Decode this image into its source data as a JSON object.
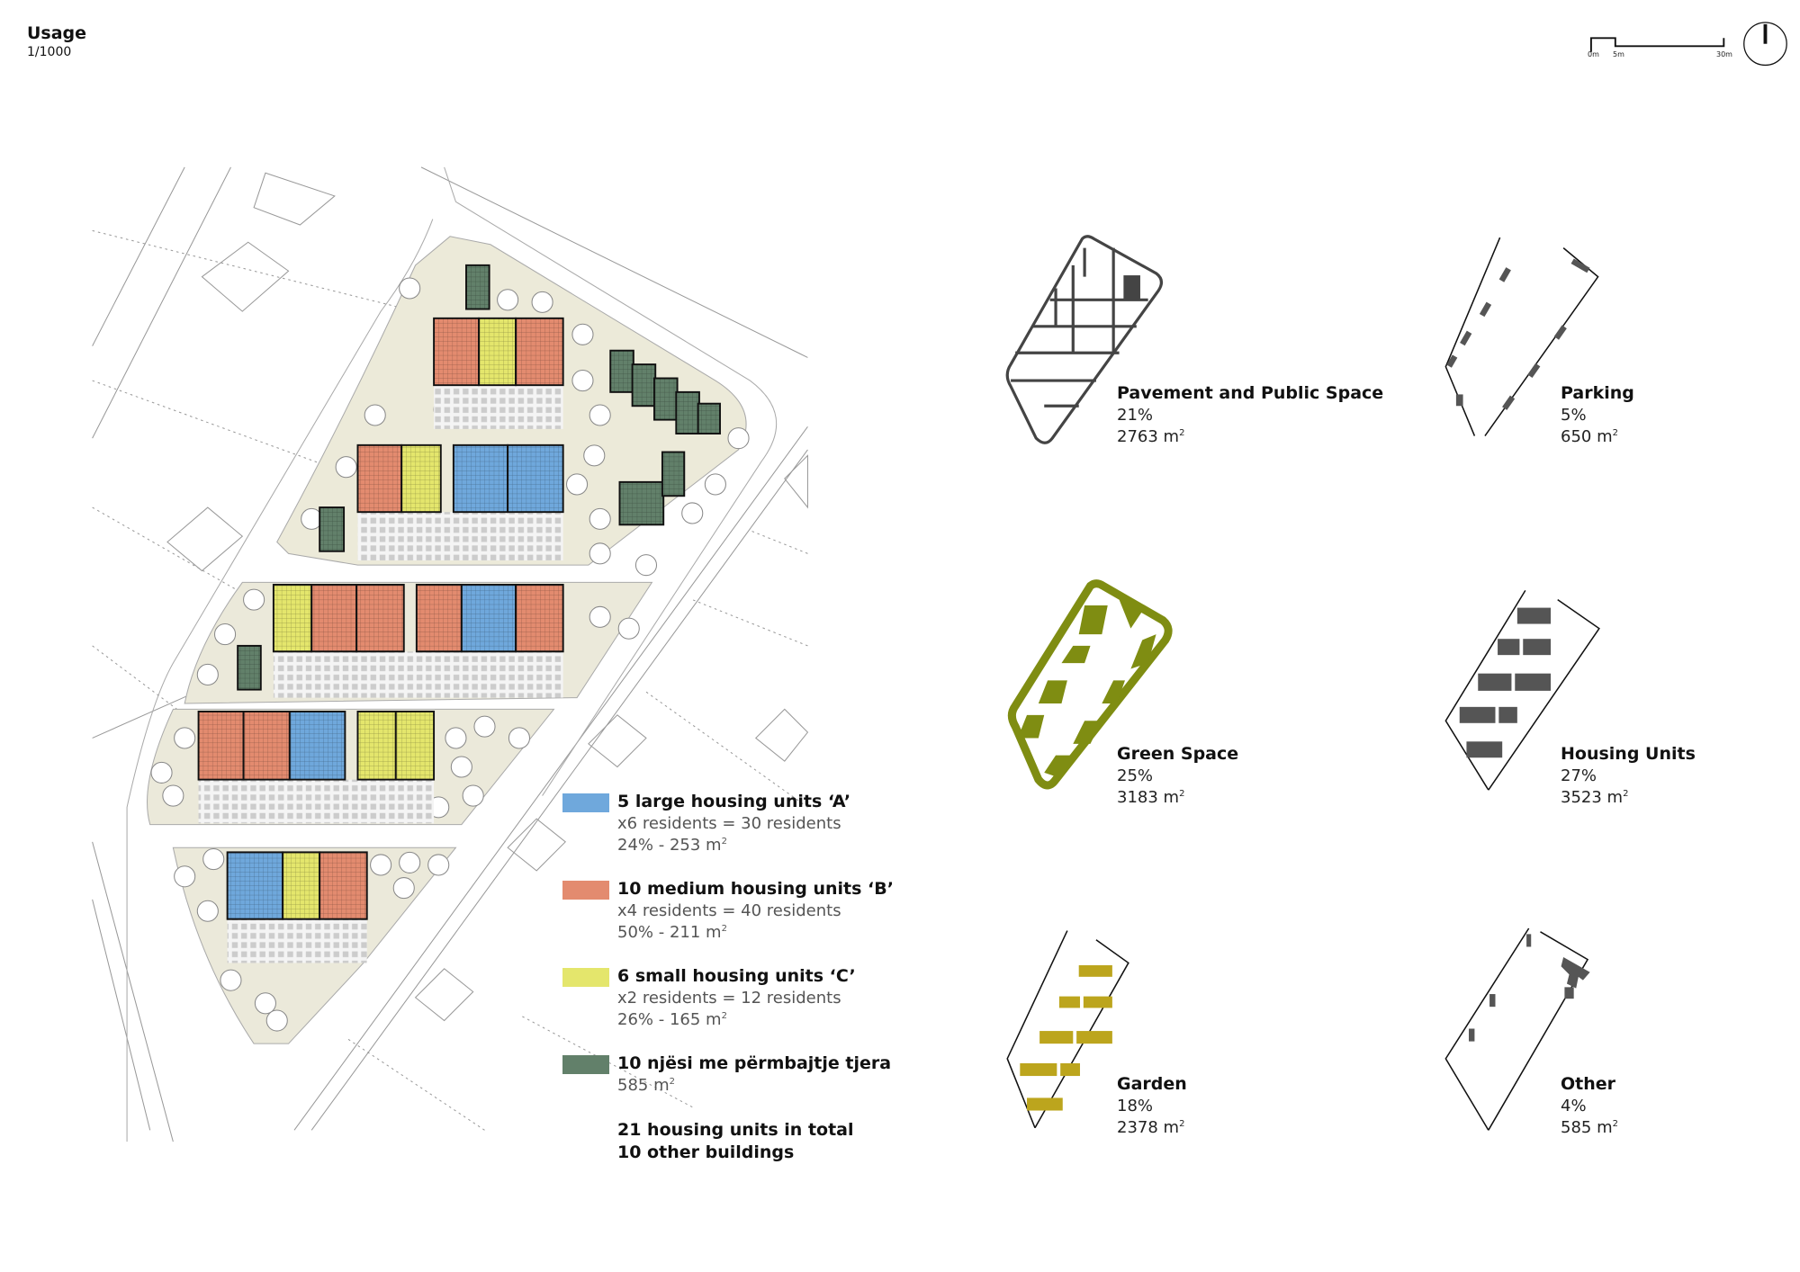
{
  "header": {
    "title": "Usage",
    "scale": "1/1000"
  },
  "scale_bar": {
    "labels": [
      "0m",
      "5m",
      "30m"
    ]
  },
  "north_arrow": {
    "icon": "north-arrow-icon"
  },
  "colors": {
    "unit_a": "#6fa8dc",
    "unit_b": "#e38b6f",
    "unit_c": "#e4e66c",
    "other": "#62806a",
    "green_space": "#7f8d12",
    "garden": "#bca51d",
    "housing_dark": "#555555"
  },
  "legend": [
    {
      "title": "5  large housing units ‘A’",
      "line1": "x6 residents = 30 residents",
      "line2": "24%    -     253 m",
      "sup": "2",
      "color": "#6fa8dc"
    },
    {
      "title": "10  medium housing units ‘B’",
      "line1": "x4 residents = 40 residents",
      "line2": "50%    -     211 m",
      "sup": "2",
      "color": "#e38b6f"
    },
    {
      "title": "6  small housing units ‘C’",
      "line1": "x2 residents = 12 residents",
      "line2": "26%    -     165 m",
      "sup": "2",
      "color": "#e4e66c"
    },
    {
      "title": "10  njësi me përmbajtje tjera",
      "line1": "585 m",
      "sup": "2",
      "color": "#62806a"
    }
  ],
  "totals": [
    "21 housing units in total",
    "10 other buildings"
  ],
  "stats": [
    {
      "name": "Pavement and Public Space",
      "percent": "21%",
      "area": "2763 m",
      "sup": "2"
    },
    {
      "name": "Parking",
      "percent": "5%",
      "area": "650 m",
      "sup": "2"
    },
    {
      "name": "Green Space",
      "percent": "25%",
      "area": "3183 m",
      "sup": "2"
    },
    {
      "name": "Housing Units",
      "percent": "27%",
      "area": "3523 m",
      "sup": "2"
    },
    {
      "name": "Garden",
      "percent": "18%",
      "area": "2378 m",
      "sup": "2"
    },
    {
      "name": "Other",
      "percent": "4%",
      "area": "585 m",
      "sup": "2"
    }
  ]
}
